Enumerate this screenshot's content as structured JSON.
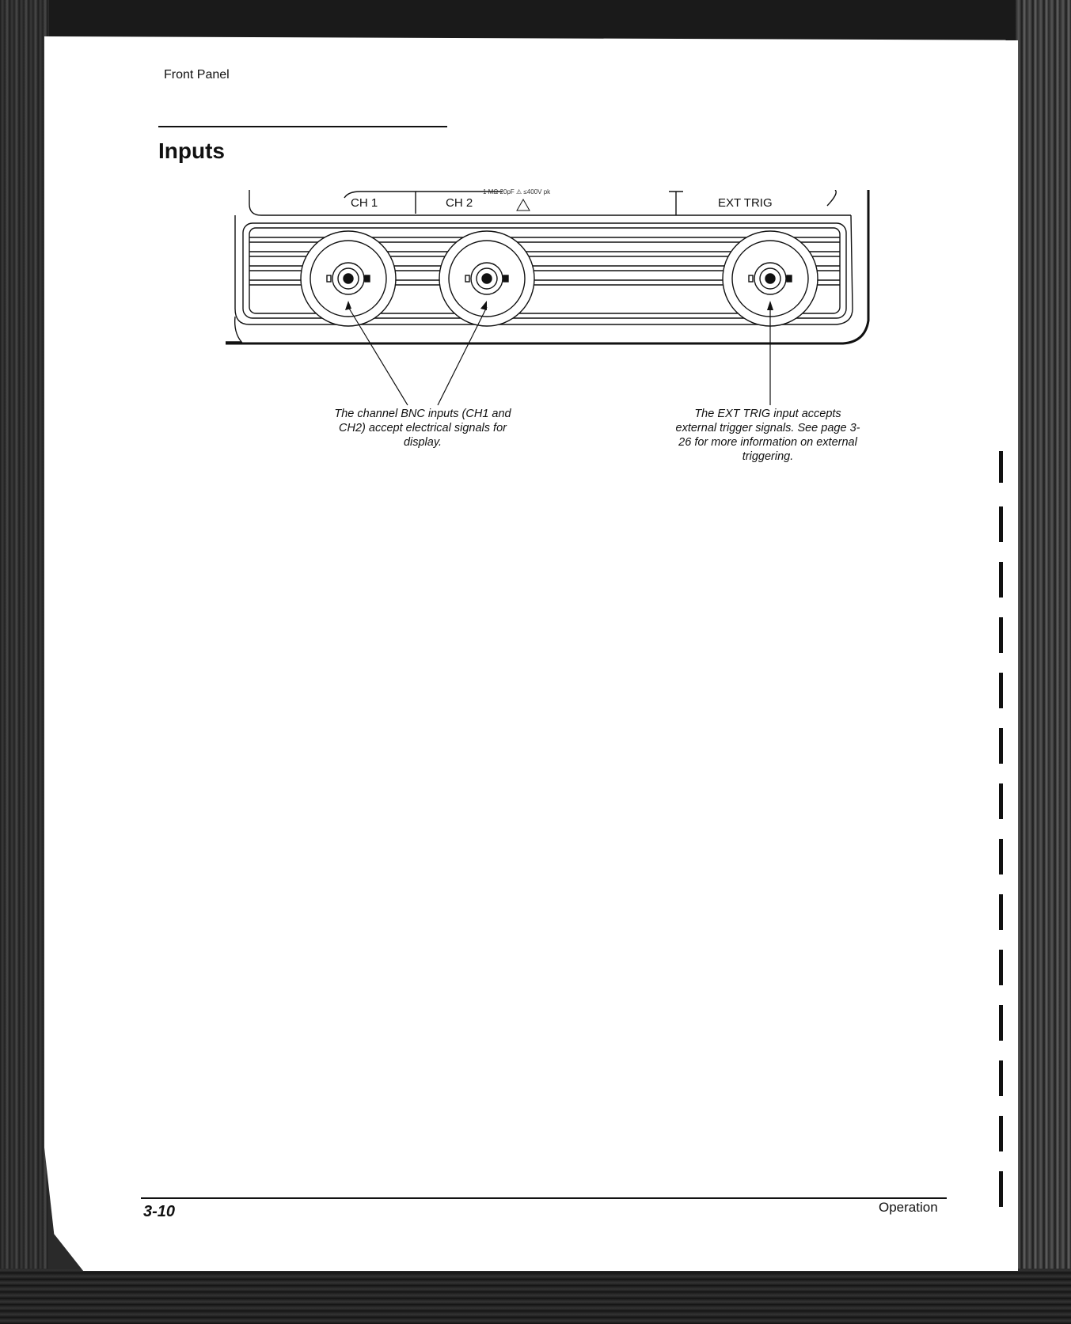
{
  "header": {
    "running_head": "Front Panel"
  },
  "section": {
    "title": "Inputs"
  },
  "figure": {
    "labels": {
      "ch1": "CH 1",
      "ch2": "CH 2",
      "ext_trig": "EXT TRIG",
      "rating": "1 MΩ 20pF ⚠ ≤400V pk"
    },
    "callouts": {
      "channels": "The channel BNC inputs (CH1 and CH2) accept electrical signals for display.",
      "ext_trig": "The EXT TRIG input accepts external trigger signals. See page 3-26 for more information on external triggering."
    }
  },
  "footer": {
    "page_number": "3-10",
    "title": "Operation"
  }
}
